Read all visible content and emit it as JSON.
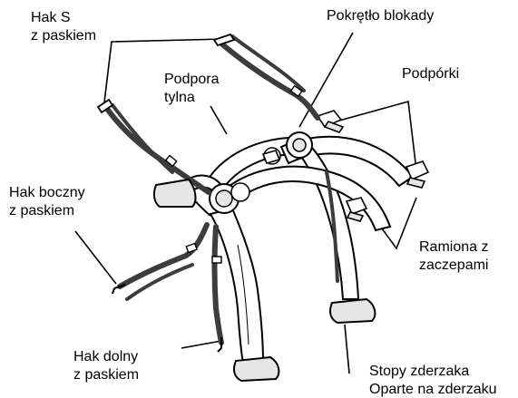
{
  "labels": {
    "hak_s": [
      "Hak S",
      "z paskiem"
    ],
    "pokretlo": [
      "Pokrętło blokady"
    ],
    "podpora": [
      "Podpora",
      "tylna"
    ],
    "podporki": [
      "Podpórki"
    ],
    "hak_boczny": [
      "Hak boczny",
      "z paskiem"
    ],
    "ramiona": [
      "Ramiona z",
      "zaczepami"
    ],
    "hak_dolny": [
      "Hak dolny",
      "z paskiem"
    ],
    "stopy": [
      "Stopy zderzaka",
      "Oparte na zderzaku"
    ]
  },
  "colors": {
    "ink": "#000000",
    "fill": "#ffffff",
    "shade": "#e6e6e6",
    "strap": "#3c3c3c"
  },
  "icons": [
    "s-hook-icon",
    "side-hook-icon",
    "bottom-hook-icon",
    "knob-icon",
    "cradle-icon",
    "foot-icon"
  ]
}
